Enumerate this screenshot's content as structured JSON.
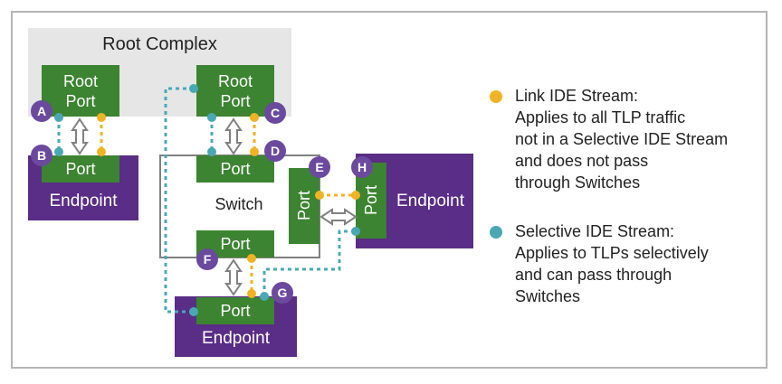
{
  "colors": {
    "link": "#f0b323",
    "selective": "#4aa8b4",
    "port_green": "#3c8431",
    "endpoint_purple": "#5a2d86",
    "badge": "#6b4a9e"
  },
  "diagram": {
    "root_complex_label": "Root Complex",
    "root_port_label": "Root\nPort",
    "port_label": "Port",
    "endpoint_label": "Endpoint",
    "switch_label": "Switch",
    "badges": [
      "A",
      "B",
      "C",
      "D",
      "E",
      "F",
      "G",
      "H"
    ]
  },
  "legend": {
    "link": {
      "title": "Link IDE Stream:",
      "description": "Applies to all TLP traffic\nnot in a Selective IDE Stream\nand does not pass\nthrough Switches"
    },
    "selective": {
      "title": "Selective IDE Stream:",
      "description": "Applies to TLPs selectively\nand can pass through\nSwitches"
    }
  }
}
